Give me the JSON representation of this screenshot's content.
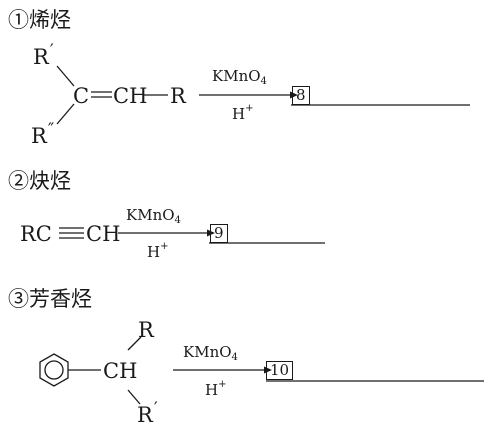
{
  "sections": [
    {
      "heading": "①烯烃",
      "reagent": "KMnO",
      "reagent_sub": "4",
      "condition": "H",
      "condition_sup": "+",
      "blank_label": "8"
    },
    {
      "heading": "②炔烃",
      "reagent": "KMnO",
      "reagent_sub": "4",
      "condition": "H",
      "condition_sup": "+",
      "blank_label": "9"
    },
    {
      "heading": "③芳香烃",
      "reagent": "KMnO",
      "reagent_sub": "4",
      "condition": "H",
      "condition_sup": "+",
      "blank_label": "10"
    }
  ],
  "alkene": {
    "r_top": "R",
    "r_top_mark": "′",
    "r_bottom": "R",
    "r_bottom_mark": "″",
    "main_c": "C",
    "ch": "CH",
    "r_right": "R"
  },
  "alkyne": {
    "rc": "RC",
    "ch": "CH"
  },
  "aromatic": {
    "r_top": "R",
    "ch": "CH",
    "r_bottom": "R",
    "r_bottom_mark": "′"
  }
}
